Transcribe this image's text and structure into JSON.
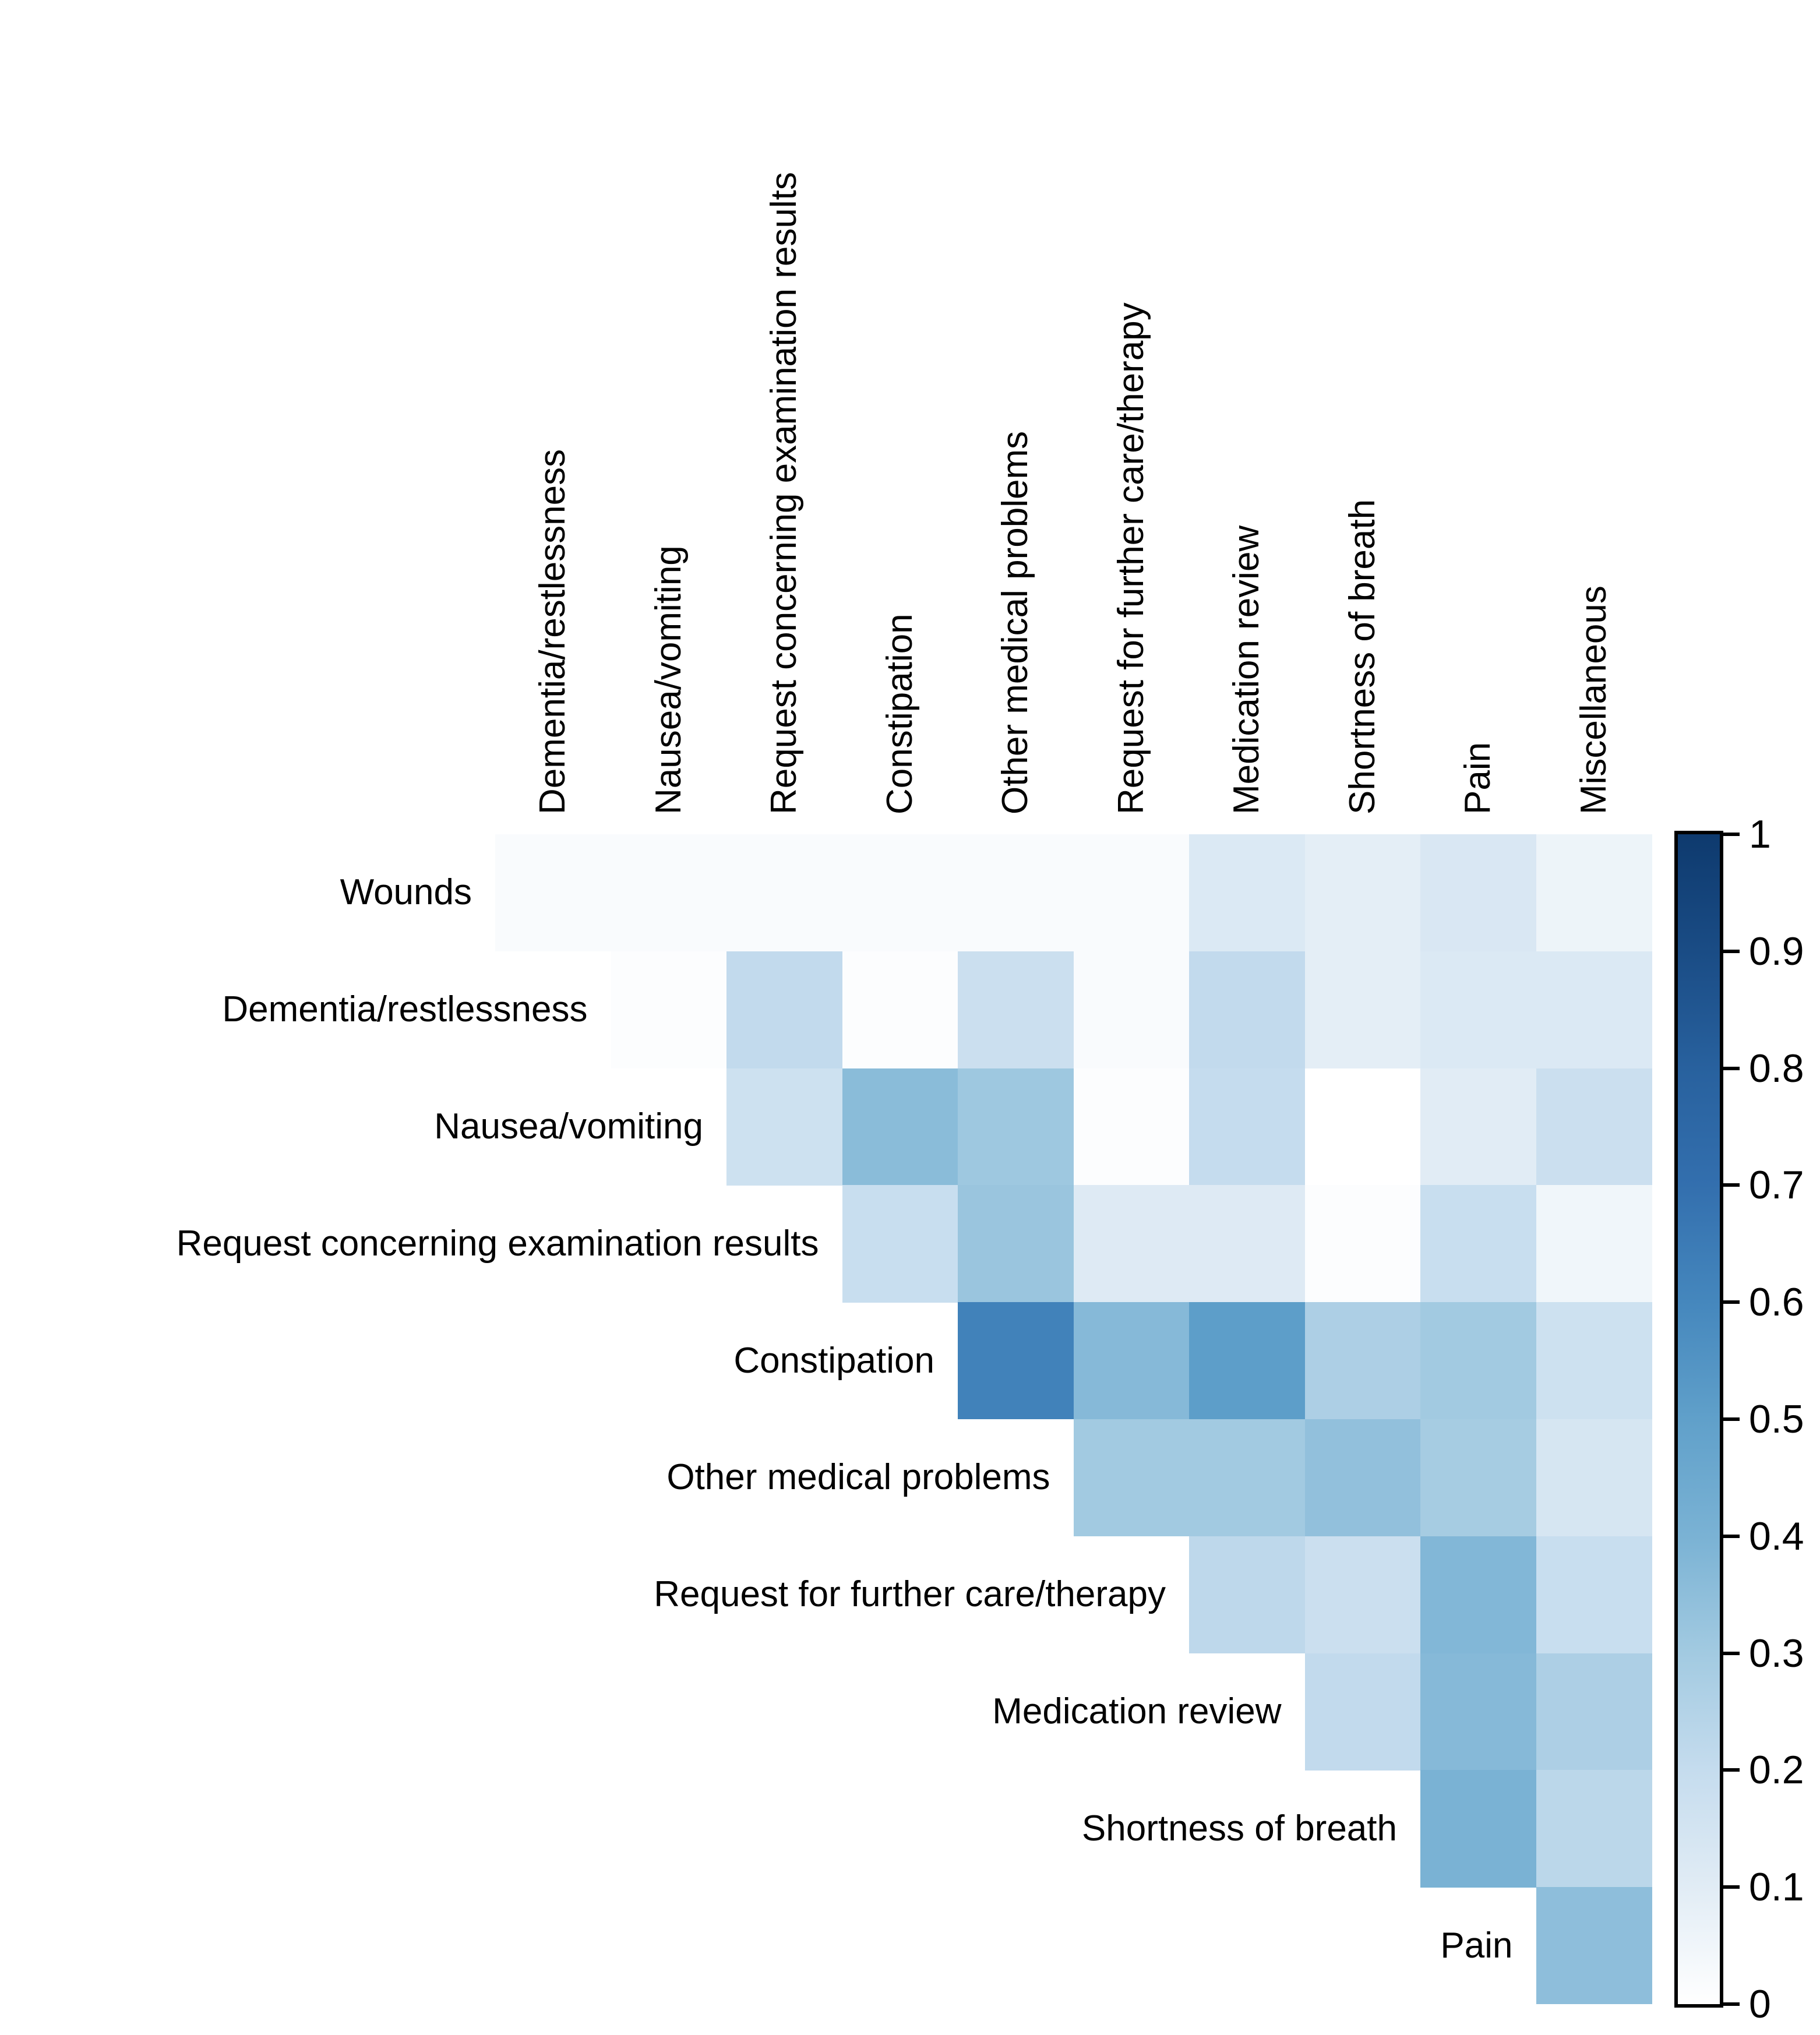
{
  "figure": {
    "type": "triangular-correlation-heatmap",
    "background_color": "#ffffff",
    "accent_dark_blue": "#0e3a6e"
  },
  "chart_data": {
    "type": "heatmap",
    "triangle": "upper",
    "grid": "off",
    "row_labels": [
      "Wounds",
      "Dementia/restlessness",
      "Nausea/vomiting",
      "Request concerning examination results",
      "Constipation",
      "Other medical problems",
      "Request for further care/therapy",
      "Medication review",
      "Shortness of breath",
      "Pain"
    ],
    "col_labels": [
      "Dementia/restlessness",
      "Nausea/vomiting",
      "Request concerning examination results",
      "Constipation",
      "Other medical problems",
      "Request for further care/therapy",
      "Medication review",
      "Shortness of breath",
      "Pain",
      "Miscellaneous"
    ],
    "values": [
      [
        0.02,
        0.02,
        0.02,
        0.02,
        0.02,
        0.02,
        0.12,
        0.09,
        0.13,
        0.06
      ],
      [
        null,
        0.01,
        0.21,
        0.01,
        0.18,
        0.02,
        0.21,
        0.09,
        0.12,
        0.12
      ],
      [
        null,
        null,
        0.17,
        0.36,
        0.31,
        0.01,
        0.2,
        0.0,
        0.1,
        0.18
      ],
      [
        null,
        null,
        null,
        0.19,
        0.32,
        0.11,
        0.11,
        0.01,
        0.19,
        0.05
      ],
      [
        null,
        null,
        null,
        null,
        0.62,
        0.37,
        0.51,
        0.27,
        0.3,
        0.17
      ],
      [
        null,
        null,
        null,
        null,
        null,
        0.3,
        0.3,
        0.34,
        0.29,
        0.14
      ],
      [
        null,
        null,
        null,
        null,
        null,
        null,
        0.22,
        0.18,
        0.38,
        0.19
      ],
      [
        null,
        null,
        null,
        null,
        null,
        null,
        null,
        0.21,
        0.37,
        0.27
      ],
      [
        null,
        null,
        null,
        null,
        null,
        null,
        null,
        null,
        0.4,
        0.23
      ],
      [
        null,
        null,
        null,
        null,
        null,
        null,
        null,
        null,
        null,
        0.35
      ]
    ],
    "colorbar": {
      "min": 0,
      "max": 1,
      "position": "right",
      "tick_labels_top_to_bottom": [
        "1",
        "0.9",
        "0.8",
        "0.7",
        "0.6",
        "0.5",
        "0.4",
        "0.3",
        "0.2",
        "0.1",
        "0"
      ],
      "gradient_stops_low_to_high": [
        "#ffffff",
        "#e1ecf5",
        "#c5dcee",
        "#a2cae1",
        "#7ab2d4",
        "#60a0ca",
        "#4587bd",
        "#336fae",
        "#28619e",
        "#1a4c85",
        "#0e3a6e"
      ]
    }
  }
}
